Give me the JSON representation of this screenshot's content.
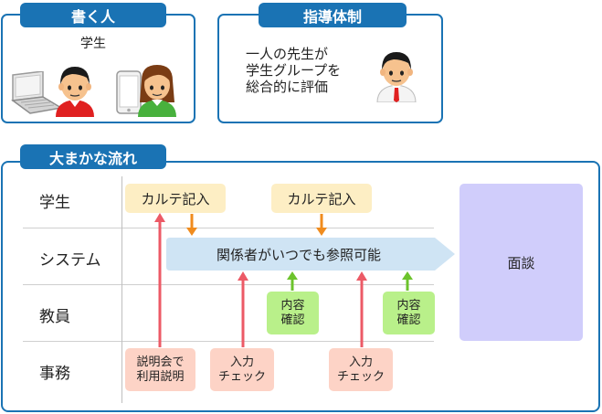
{
  "writers": {
    "title": "書く人",
    "label": "学生"
  },
  "guidance": {
    "title": "指導体制",
    "lines": [
      "一人の先生が",
      "学生グループを",
      "総合的に評価"
    ]
  },
  "flow": {
    "title": "大まかな流れ",
    "rows": [
      "学生",
      "システム",
      "教員",
      "事務"
    ],
    "karte1": "カルテ記入",
    "karte2": "カルテ記入",
    "system": "関係者がいつでも参照可能",
    "check1": [
      "内容",
      "確認"
    ],
    "check2": [
      "内容",
      "確認"
    ],
    "explain": [
      "説明会で",
      "利用説明"
    ],
    "input1": [
      "入力",
      "チェック"
    ],
    "input2": [
      "入力",
      "チェック"
    ],
    "interview": "面談"
  },
  "colors": {
    "frame": "#1a73b4",
    "karte": "#fdeec4",
    "system": "#cfe4f4",
    "check": "#b9f08a",
    "office": "#fdd3c6",
    "interview": "#d0cdfb",
    "arrow_orange": "#f08c1e",
    "arrow_green": "#6cc32c",
    "arrow_red": "#ec5a66"
  }
}
